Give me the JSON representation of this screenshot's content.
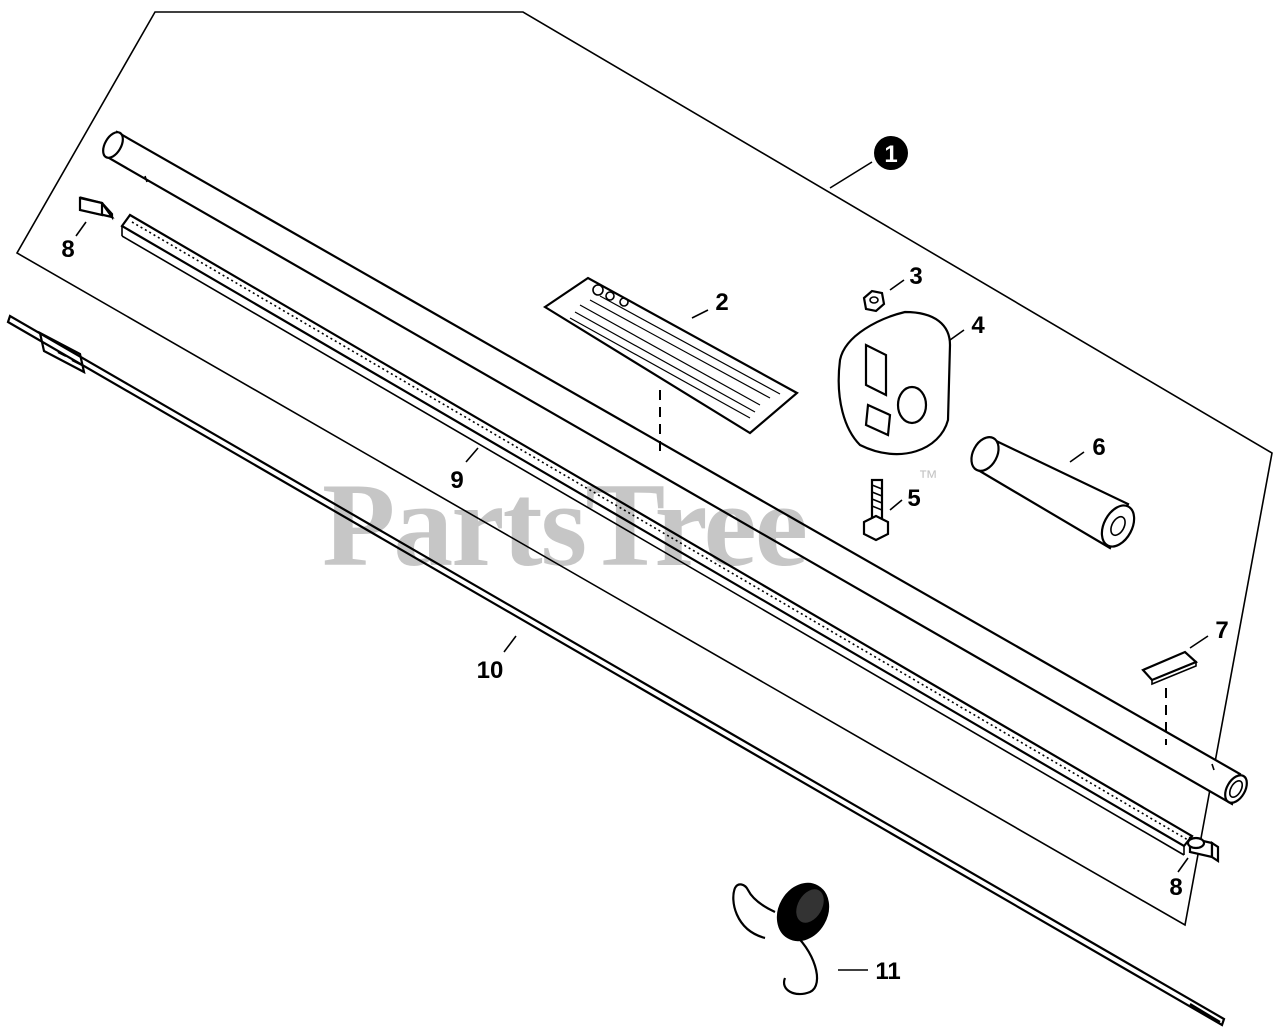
{
  "watermark": {
    "text": "PartsTree",
    "trademark": "™"
  },
  "callouts": {
    "c1": "1",
    "c2": "2",
    "c3": "3",
    "c4": "4",
    "c5": "5",
    "c6": "6",
    "c7": "7",
    "c8a": "8",
    "c8b": "8",
    "c9": "9",
    "c10": "10",
    "c11": "11"
  },
  "colors": {
    "ink": "#000000",
    "paper": "#ffffff",
    "watermark": "#b3b3b3"
  }
}
